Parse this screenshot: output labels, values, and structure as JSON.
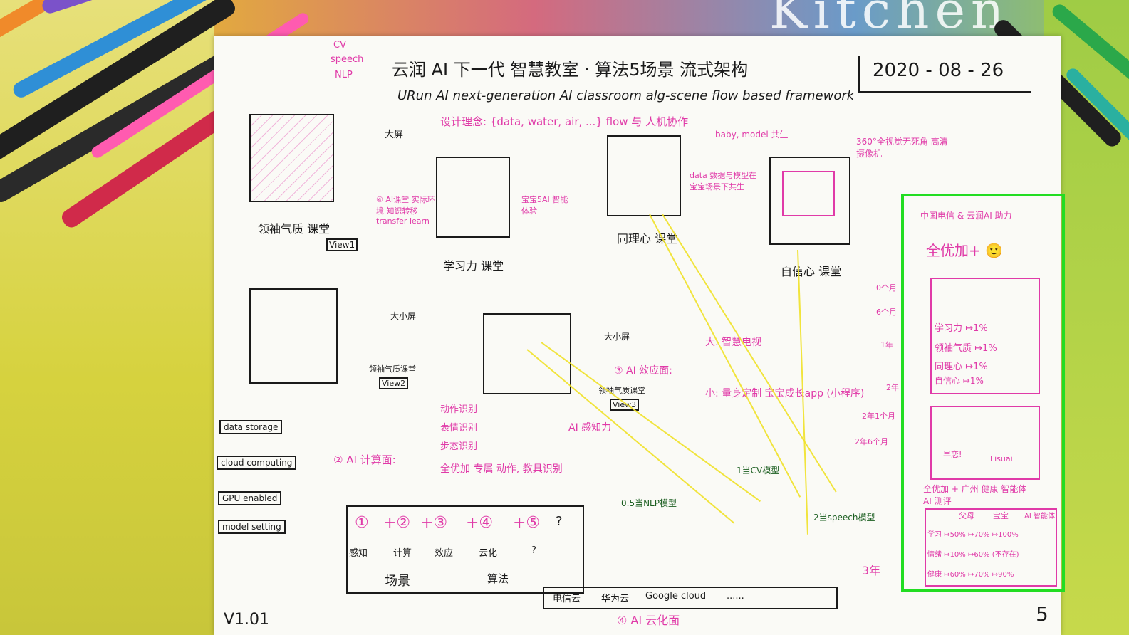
{
  "colors": {
    "ink_black": "#1a1a1a",
    "ink_pink": "#e03aa8",
    "ink_green": "#1b5e20",
    "highlight": "#22dd22",
    "ray_yellow": "#f0e128"
  },
  "background": {
    "kitchen_text": "Kitchen"
  },
  "header": {
    "title_cn": "云润 AI 下一代 智慧教室 · 算法5场景 流式架构",
    "title_en": "URun AI next-generation AI classroom alg-scene flow based framework",
    "date": "2020 - 08 - 26",
    "design_concept": "设计理念: {data, water, air, ...} flow 与 人机协作",
    "design_concept_sub": "baby, model 共生",
    "top_tags": [
      "CV",
      "speech",
      "NLP"
    ]
  },
  "classrooms": [
    {
      "label": "领袖气质 课堂",
      "view": "View1"
    },
    {
      "label": "学习力 课堂",
      "note": "宝宝5AI 智能体验"
    },
    {
      "label": "同理心 课堂",
      "note": "data 数据与模型在 宝宝场景下共生"
    },
    {
      "label": "自信心 课堂",
      "note": "360°全视觉无死角 高清摄像机"
    },
    {
      "label": "领袖气质课堂",
      "view": "View2",
      "screen": "大小屏"
    },
    {
      "label": "领袖气质课堂",
      "view": "View3",
      "screen": "大小屏"
    }
  ],
  "labels": {
    "big_screen": "大屏",
    "ai_classroom": "④ AI课堂 实际环境 知识转移 transfer learn",
    "ai_effect": "③ AI 效应面:",
    "big_tv": "大: 智慧电视",
    "small_app": "小: 量身定制 宝宝成长app (小程序)",
    "ai_compute": "② AI 计算面:",
    "ai_perception": "AI 感知力",
    "compute_items": [
      "动作识别",
      "表情识别",
      "步态识别",
      "全优加 专属 动作, 教具识别"
    ],
    "storage_items": [
      "data storage",
      "cloud computing",
      "GPU enabled",
      "model setting"
    ],
    "models": [
      "0.5当NLP模型",
      "1当CV模型",
      "2当speech模型"
    ],
    "cloud_items": [
      "电信云",
      "华为云",
      "Google cloud",
      "......"
    ],
    "cloud_title": "④ AI 云化面",
    "version": "V1.01",
    "page_num": "5",
    "scene_label": "场景",
    "alg_label": "算法"
  },
  "pipeline_table": {
    "row1": [
      "①",
      "+②",
      "+③",
      "+④",
      "+⑤",
      "?"
    ],
    "row2": [
      "感知",
      "计算",
      "效应",
      "云化",
      "?"
    ],
    "row3": [
      "场景",
      "算法"
    ]
  },
  "panel": {
    "title": "中国电信 & 云润AI 助力",
    "brand": "全优加+ 🙂",
    "timeline": [
      "0个月",
      "6个月",
      "1年",
      "2年",
      "2年1个月",
      "2年6个月",
      "3年"
    ],
    "metrics": [
      {
        "name": "学习力",
        "value": "↦1%"
      },
      {
        "name": "领袖气质",
        "value": "↦1%"
      },
      {
        "name": "同理心",
        "value": "↦1%"
      },
      {
        "name": "自信心",
        "value": "↦1%"
      }
    ],
    "characters": [
      "早恋!",
      "Lisuai"
    ],
    "caption": "全优加 + 广州 健康 智能体 AI 测评",
    "table_headers": [
      "",
      "父母",
      "宝宝",
      "AI 智能体"
    ],
    "table_rows": [
      {
        "label": "学习",
        "cells": [
          "↦50%",
          "↦70%",
          "↦100%"
        ]
      },
      {
        "label": "情绪",
        "cells": [
          "↦10%",
          "↦60%",
          "(不存在)"
        ]
      },
      {
        "label": "健康",
        "cells": [
          "↦60%",
          "↦70%",
          "↦90%"
        ]
      }
    ]
  }
}
